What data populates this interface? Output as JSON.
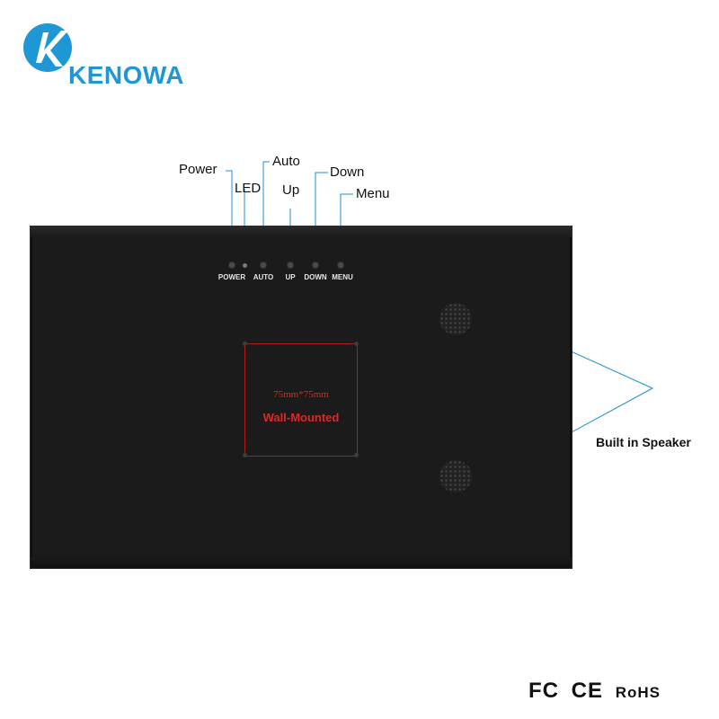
{
  "brand": {
    "name": "KENOWA",
    "color": "#1f97d4"
  },
  "callouts": {
    "power": "Power",
    "led": "LED",
    "auto": "Auto",
    "up": "Up",
    "down": "Down",
    "menu": "Menu"
  },
  "buttons": {
    "power": "POWER",
    "auto": "AUTO",
    "up": "UP",
    "down": "DOWN",
    "menu": "MENU"
  },
  "vesa": {
    "size": "75mm*75mm",
    "title": "Wall-Mounted"
  },
  "speaker_label": "Built in Speaker",
  "certifications": {
    "fc": "FC",
    "ce": "CE",
    "rohs": "RoHS"
  }
}
